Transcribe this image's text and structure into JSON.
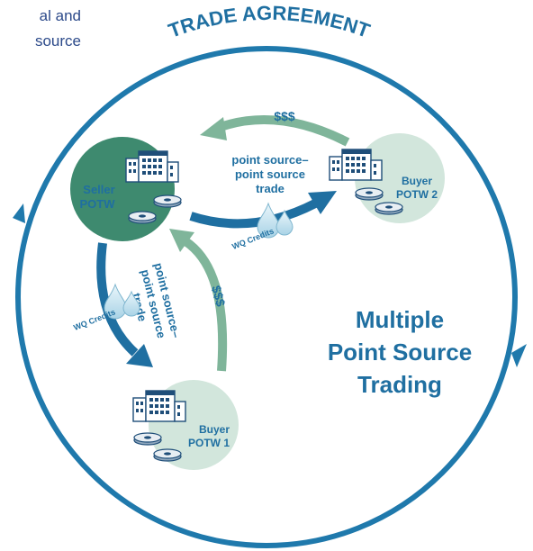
{
  "header_fragment": {
    "line1": "al and",
    "line2": "source"
  },
  "agreement": {
    "title": "TRADE AGREEMENT"
  },
  "center": {
    "line1": "Multiple",
    "line2": "Point Source",
    "line3": "Trading"
  },
  "nodes": {
    "seller": {
      "line1": "Seller",
      "line2": "POTW"
    },
    "buyer1": {
      "line1": "Buyer",
      "line2": "POTW 1"
    },
    "buyer2": {
      "line1": "Buyer",
      "line2": "POTW 2"
    }
  },
  "trades": {
    "top": {
      "line1": "point source–",
      "line2": "point source",
      "line3": "trade"
    },
    "left": {
      "line1": "point source–",
      "line2": "point source",
      "line3": "trade"
    }
  },
  "money": {
    "top": "$$$",
    "left": "$$$"
  },
  "credits": {
    "top": "WQ Credits",
    "left": "WQ Credits"
  },
  "colors": {
    "ring": "#1f79ac",
    "label": "#1f6fa1",
    "seller_fill": "#3e8a6f",
    "buyer_fill": "#d2e6dc",
    "money_arrow": "#7fb59a",
    "credit_arrow": "#1f6fa1"
  }
}
